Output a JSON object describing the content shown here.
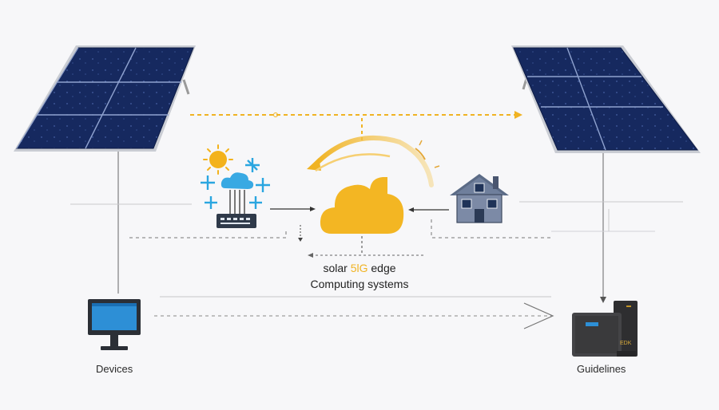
{
  "diagram": {
    "caption": {
      "before": "solar ",
      "highlight": "5lG",
      "after": " edge",
      "line2": "Computing systems"
    },
    "labels": {
      "left_device": "Devices",
      "right_device": "Guidelines",
      "server_tag": "EDK"
    },
    "icons": [
      "solar-panel-icon",
      "sun-icon",
      "cloud-icon",
      "network-switch-icon",
      "house-icon",
      "monitor-icon",
      "server-icon",
      "sync-arrow-icon"
    ],
    "colors": {
      "accent": "#f0b323",
      "panel": "#13245a",
      "panel_cell": "#1e3a7a",
      "line": "#555555",
      "blue_icon": "#2aa6e0",
      "screen": "#2d8fd6",
      "server_body": "#3a3a3c"
    }
  }
}
